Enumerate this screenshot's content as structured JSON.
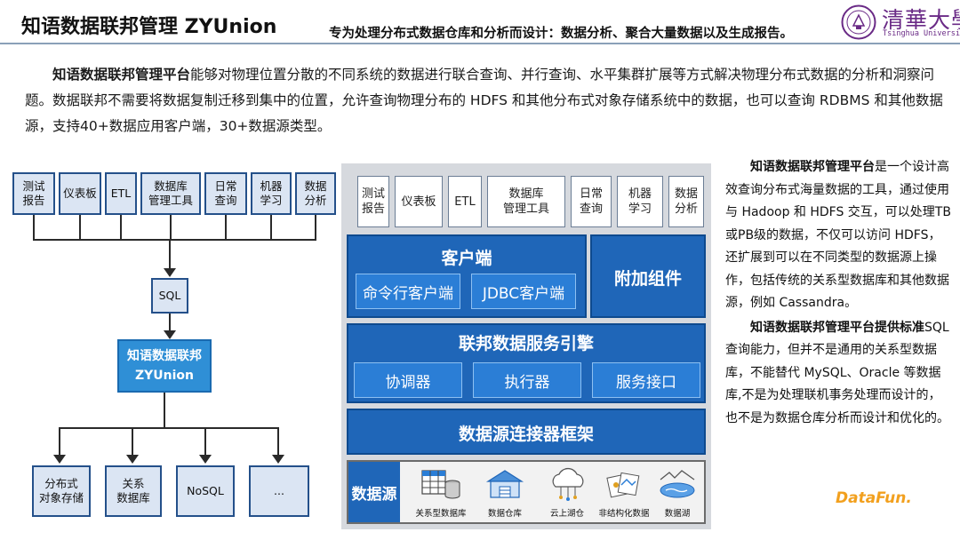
{
  "header": {
    "title": "知语数据联邦管理 ZYUnion",
    "subtitle": "专为处理分布式数据仓库和分析而设计：数据分析、聚合大量数据以及生成报告。",
    "logo_name_cn": "清華大學",
    "logo_name_en": "Tsinghua University"
  },
  "intro": {
    "bold": "知语数据联邦管理平台",
    "text": "能够对物理位置分散的不同系统的数据进行联合查询、并行查询、水平集群扩展等方式解决物理分布式数据的分析和洞察问题。数据联邦不需要将数据复制迁移到集中的位置，允许查询物理分布的 HDFS 和其他分布式对象存储系统中的数据，也可以查询 RDBMS 和其他数据源，支持40+数据应用客户端，30+数据源类型。"
  },
  "diagram_left": {
    "top_boxes": [
      "测试\n报告",
      "仪表板",
      "ETL",
      "数据库\n管理工具",
      "日常\n查询",
      "机器\n学习",
      "数据\n分析"
    ],
    "sql": "SQL",
    "core_line1": "知语数据联邦",
    "core_line2": "ZYUnion",
    "bottom_boxes": [
      "分布式\n对象存储",
      "关系\n数据库",
      "NoSQL",
      "..."
    ]
  },
  "diagram_stack": {
    "top_boxes": [
      "测试\n报告",
      "仪表板",
      "ETL",
      "数据库\n管理工具",
      "日常\n查询",
      "机器\n学习",
      "数据\n分析"
    ],
    "client": "客户端",
    "cli_client": "命令行客户端",
    "jdbc_client": "JDBC客户端",
    "addons": "附加组件",
    "federation_engine": "联邦数据服务引擎",
    "coordinator": "协调器",
    "executor": "执行器",
    "service_api": "服务接口",
    "connector_framework": "数据源连接器框架",
    "datasource": "数据源",
    "datasource_items": [
      "关系型数据库",
      "数据仓库",
      "云上湖仓",
      "非结构化数据",
      "数据湖"
    ]
  },
  "side_text": {
    "p1_bold": "知语数据联邦管理平台",
    "p1_text": "是一个设计高效查询分布式海量数据的工具，通过使用与 Hadoop 和 HDFS 交互，可以处理TB或PB级的数据，不仅可以访问 HDFS，还扩展到可以在不同类型的数据源上操作，包括传统的关系型数据库和其他数据源，例如 Cassandra。",
    "p2_bold": "知语数据联邦管理平台提供标准",
    "p2_text": "SQL查询能力，但并不是通用的关系型数据库，不能替代 MySQL、Oracle 等数据库,不是为处理联机事务处理而设计的，也不是为数据仓库分析而设计和优化的。"
  },
  "watermark": "DataFun."
}
